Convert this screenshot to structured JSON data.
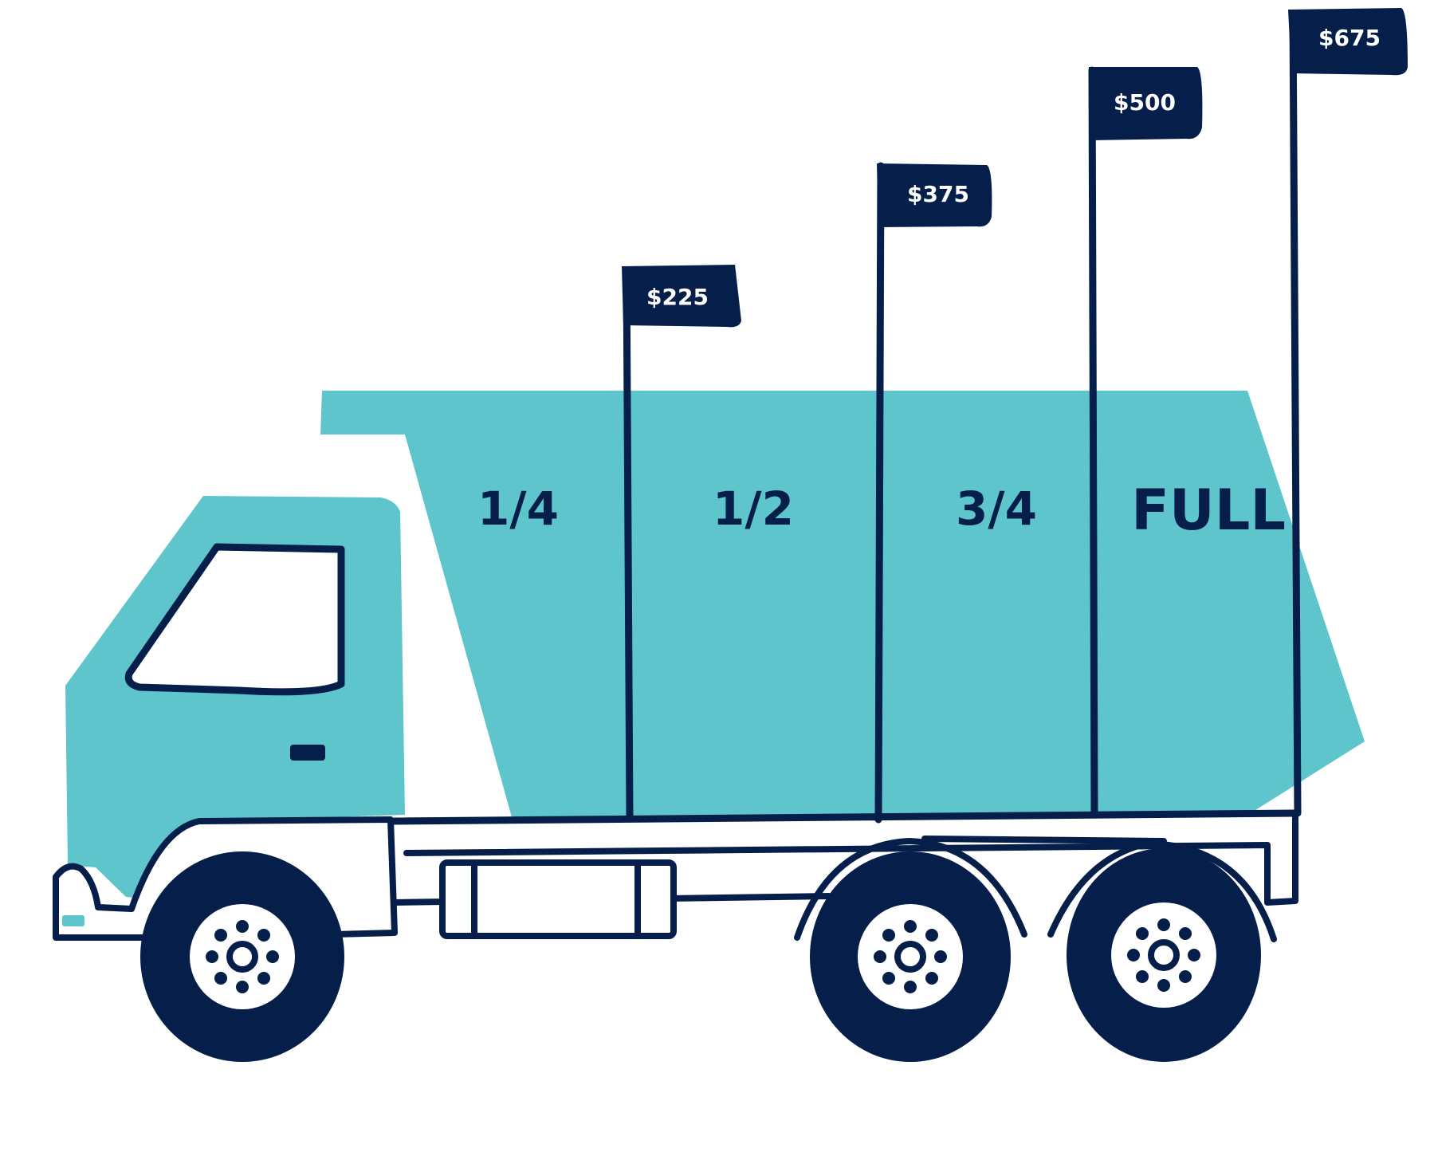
{
  "colors": {
    "navy": "#061f4a",
    "teal": "#5ec5cc",
    "white": "#ffffff"
  },
  "fill_levels": [
    {
      "label": "1/4",
      "price": "$225"
    },
    {
      "label": "1/2",
      "price": "$375"
    },
    {
      "label": "3/4",
      "price": "$500"
    },
    {
      "label": "FULL",
      "price": "$675"
    }
  ]
}
